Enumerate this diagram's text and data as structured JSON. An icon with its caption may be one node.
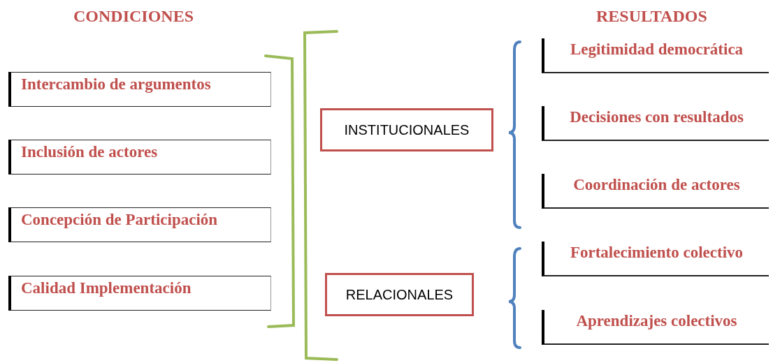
{
  "diagram": {
    "nodes": [
      {
        "text": [
          "Intercambio de argumentos"
        ]
      },
      {
        "text": [
          "Inclusión de actores"
        ]
      },
      {
        "text": [
          "Concepción de Participación"
        ]
      },
      {
        "text": [
          "Calidad Implementación"
        ]
      },
      {
        "text": [
          "INSTITUCIONALES"
        ]
      },
      {
        "text": [
          "RELACIONALES"
        ]
      },
      {
        "text": [
          "Legitimidad democrática"
        ]
      },
      {
        "text": [
          "Decisiones con resultados"
        ]
      },
      {
        "text": [
          "Coordinación de actores"
        ]
      },
      {
        "text": [
          "Fortalecimiento colectivo"
        ]
      },
      {
        "text": [
          "Aprendizajes colectivos"
        ]
      }
    ],
    "labels": [
      "CONDICIONES",
      "RESULTADOS"
    ]
  }
}
